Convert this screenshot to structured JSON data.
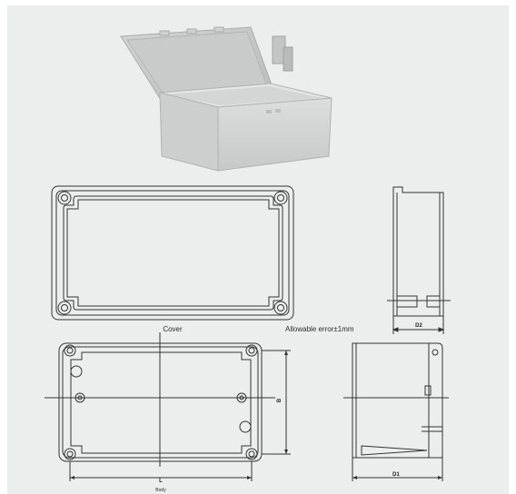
{
  "labels": {
    "cover": "Cover",
    "allowable_error": "Allowable error±1mm",
    "body": "Body"
  },
  "dimensions": {
    "b": "B",
    "d1": "D1",
    "d2": "D2",
    "l": "L"
  }
}
